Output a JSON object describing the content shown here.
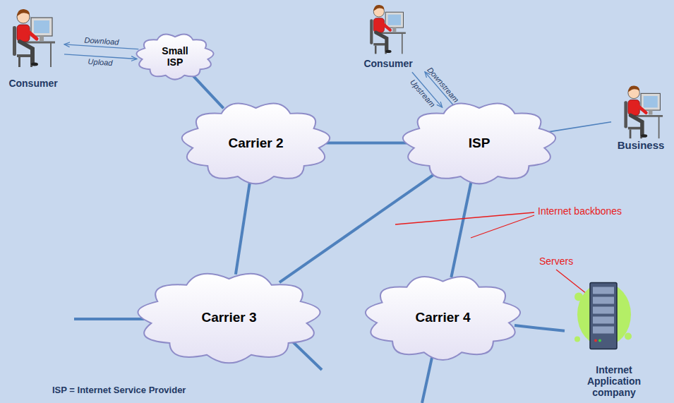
{
  "diagram": {
    "nodes": [
      {
        "text": [
          "Consumer"
        ]
      },
      {
        "text": [
          "Small ISP"
        ]
      },
      {
        "text": [
          "Consumer"
        ]
      },
      {
        "text": [
          "Carrier 2"
        ]
      },
      {
        "text": [
          "ISP"
        ]
      },
      {
        "text": [
          "Business"
        ]
      },
      {
        "text": [
          "Carrier 3"
        ]
      },
      {
        "text": [
          "Carrier 4"
        ]
      },
      {
        "text": [
          "Internet Application company"
        ]
      }
    ],
    "edges": [
      {
        "from": 1,
        "to": 0,
        "label": "Download",
        "arrow": "to"
      },
      {
        "from": 0,
        "to": 1,
        "label": "Upload",
        "arrow": "to"
      },
      {
        "from": 4,
        "to": 2,
        "label": "Downstream",
        "arrow": "to"
      },
      {
        "from": 2,
        "to": 4,
        "label": "Upstream",
        "arrow": "to"
      },
      {
        "from": 1,
        "to": 3,
        "arrow": "none"
      },
      {
        "from": 3,
        "to": 4,
        "arrow": "none"
      },
      {
        "from": 3,
        "to": 6,
        "arrow": "none"
      },
      {
        "from": 6,
        "to": 4,
        "arrow": "none"
      },
      {
        "from": 4,
        "to": 7,
        "arrow": "none"
      },
      {
        "from": 7,
        "to": 8,
        "arrow": "none"
      },
      {
        "from": 4,
        "to": 5,
        "arrow": "none"
      }
    ],
    "labels": [
      "Internet backbones",
      "Servers",
      "ISP = Internet Service Provider"
    ]
  }
}
